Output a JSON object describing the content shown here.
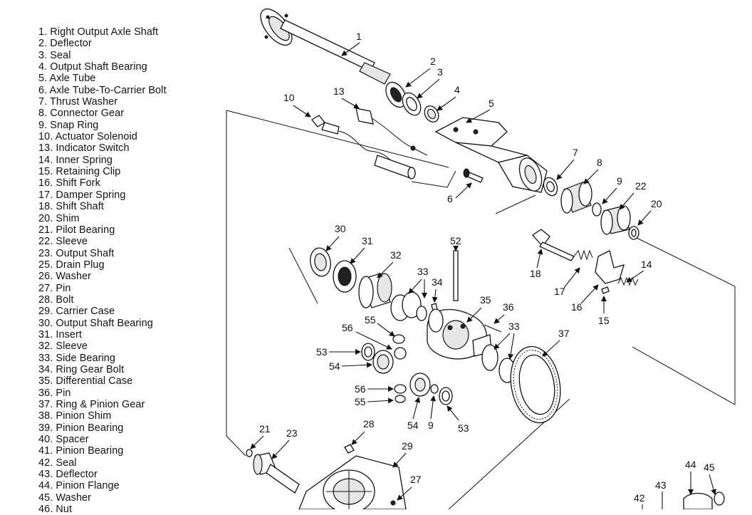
{
  "legend": [
    "1. Right Output Axle Shaft",
    "2. Deflector",
    "3. Seal",
    "4. Output Shaft Bearing",
    "5. Axle Tube",
    "6. Axle Tube-To-Carrier Bolt",
    "7. Thrust Washer",
    "8. Connector Gear",
    "9. Snap Ring",
    "10. Actuator Solenoid",
    "13. Indicator Switch",
    "14. Inner Spring",
    "15. Retaining Clip",
    "16. Shift Fork",
    "17. Damper Spring",
    "18. Shift Shaft",
    "20. Shim",
    "21. Pilot Bearing",
    "22. Sleeve",
    "23. Output Shaft",
    "25. Drain Plug",
    "26. Washer",
    "27. Pin",
    "28. Bolt",
    "29. Carrier Case",
    "30. Output Shaft Bearing",
    "31. Insert",
    "32. Sleeve",
    "33. Side Bearing",
    "34. Ring Gear Bolt",
    "35. Differential Case",
    "36. Pin",
    "37. Ring & Pinion Gear",
    "38. Pinion Shim",
    "39. Pinion Bearing",
    "40. Spacer",
    "41. Pinion Bearing",
    "42. Seal",
    "43. Deflector",
    "44. Pinion Flange",
    "45. Washer",
    "46. Nut"
  ],
  "callouts": {
    "c1": "1",
    "c2": "2",
    "c3": "3",
    "c4": "4",
    "c5": "5",
    "c6": "6",
    "c7": "7",
    "c8": "8",
    "c9a": "9",
    "c9b": "9",
    "c10": "10",
    "c13": "13",
    "c14": "14",
    "c15": "15",
    "c16": "16",
    "c17": "17",
    "c18": "18",
    "c20": "20",
    "c21": "21",
    "c22": "22",
    "c23": "23",
    "c27": "27",
    "c28": "28",
    "c29": "29",
    "c30": "30",
    "c31": "31",
    "c32": "32",
    "c33a": "33",
    "c33b": "33",
    "c34": "34",
    "c35": "35",
    "c36": "36",
    "c37": "37",
    "c42": "42",
    "c43": "43",
    "c44": "44",
    "c45": "45",
    "c52": "52",
    "c53a": "53",
    "c53b": "53",
    "c54a": "54",
    "c54b": "54",
    "c55a": "55",
    "c55b": "55",
    "c56a": "56",
    "c56b": "56"
  }
}
